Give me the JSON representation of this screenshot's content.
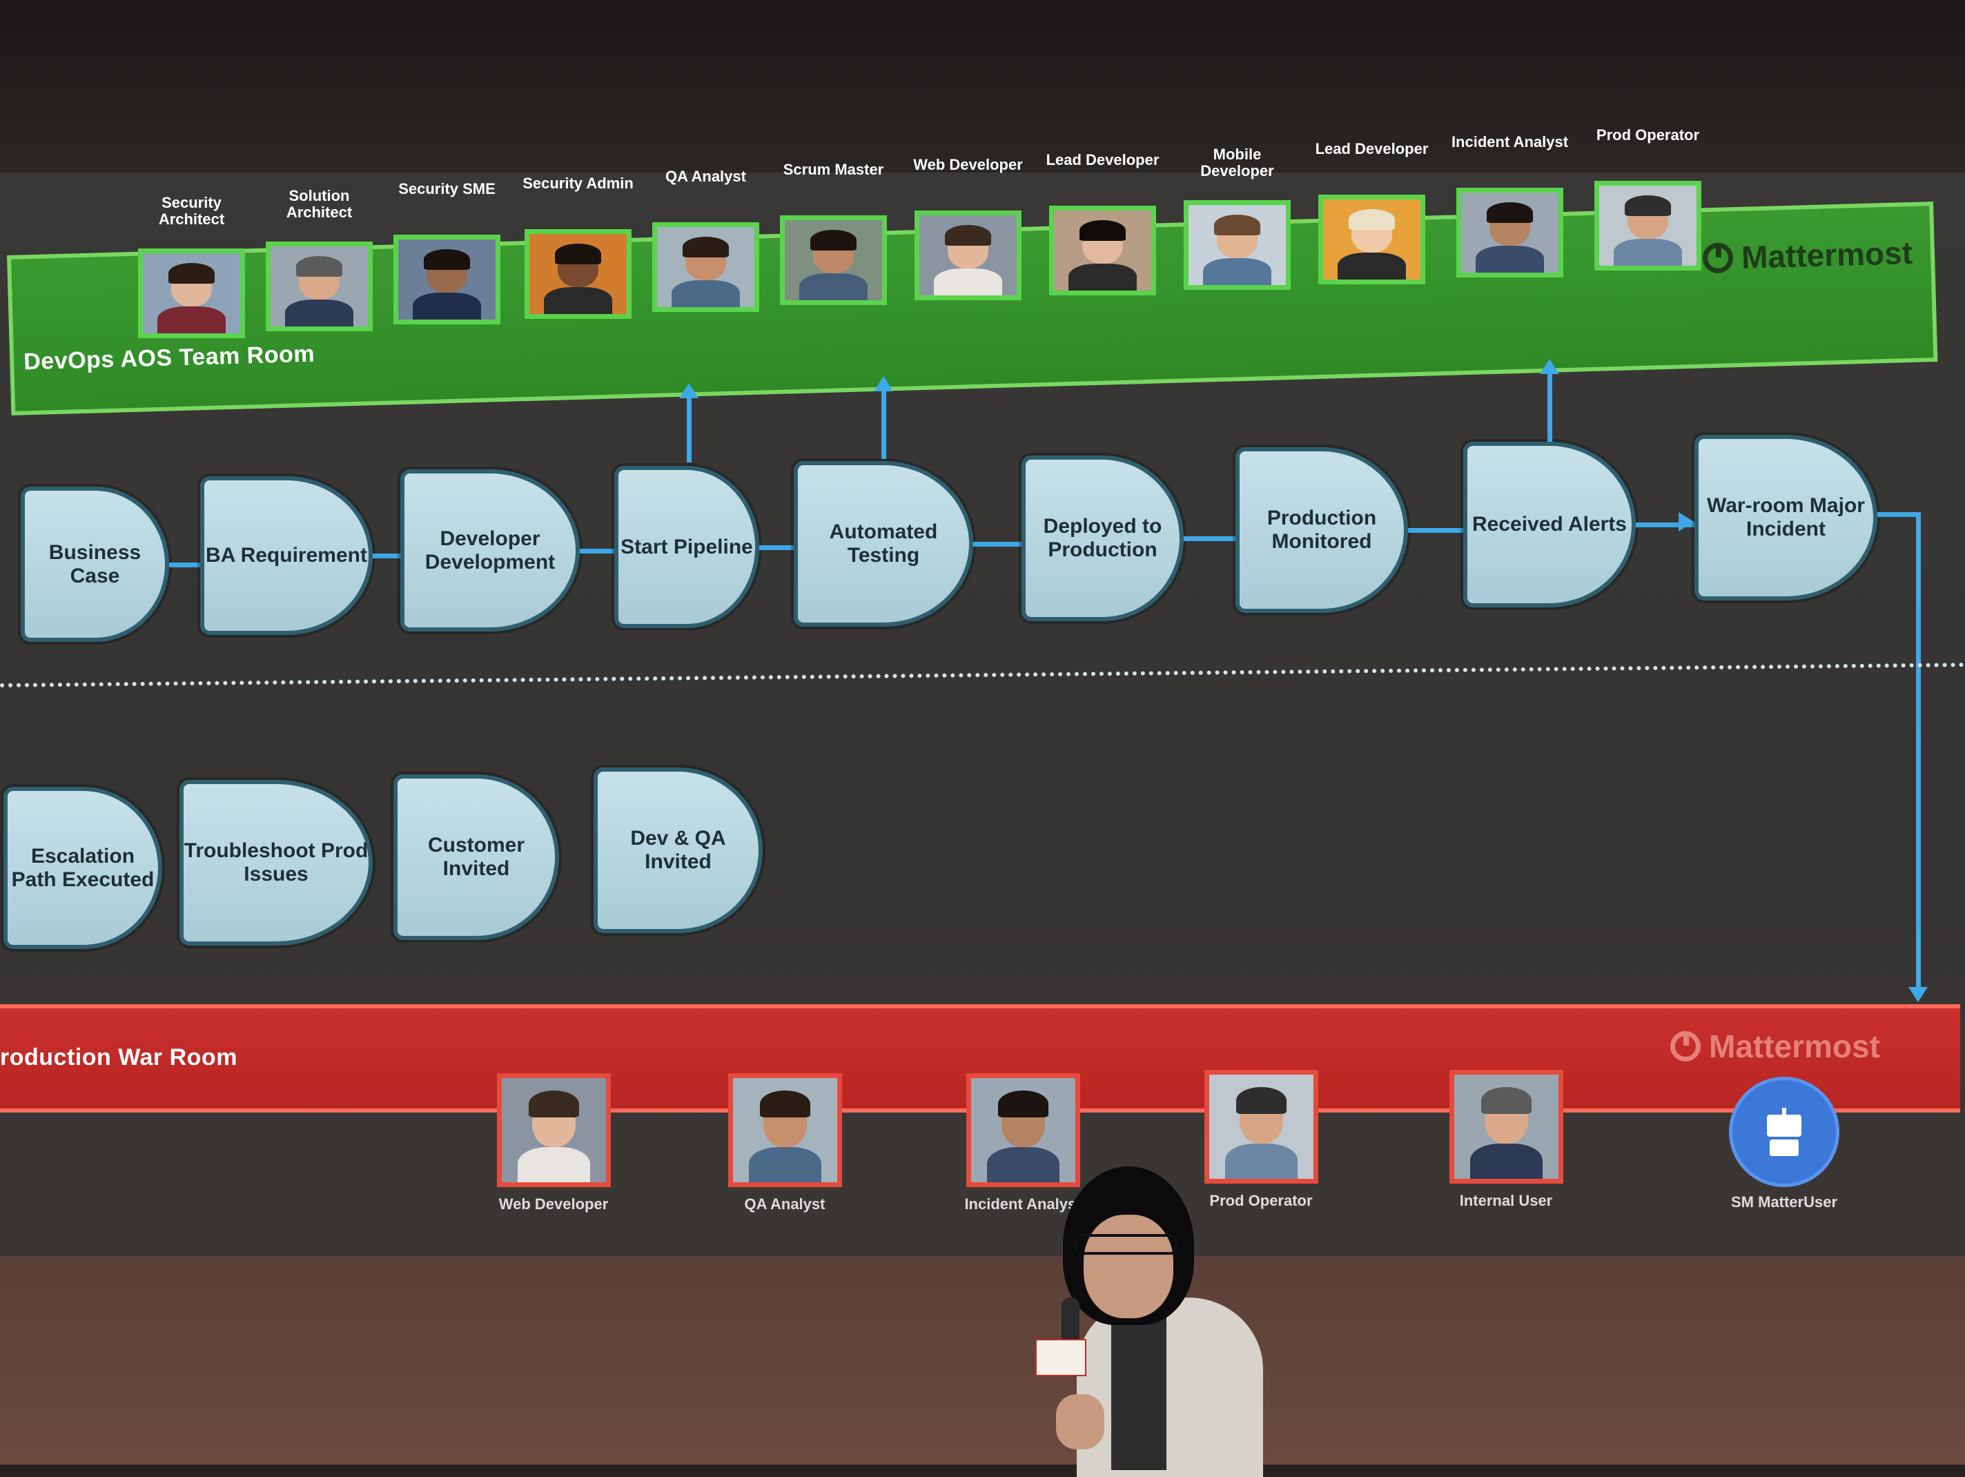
{
  "top_room": {
    "title": "DevOps AOS Team Room",
    "logo": "Mattermost",
    "color": "#2f8a26",
    "members": [
      {
        "role": "Security Architect"
      },
      {
        "role": "Solution Architect"
      },
      {
        "role": "Security SME"
      },
      {
        "role": "Security Admin"
      },
      {
        "role": "QA Analyst"
      },
      {
        "role": "Scrum Master"
      },
      {
        "role": "Web Developer"
      },
      {
        "role": "Lead Developer"
      },
      {
        "role": "Mobile Developer"
      },
      {
        "role": "Lead Developer"
      },
      {
        "role": "Incident Analyst"
      },
      {
        "role": "Prod Operator"
      }
    ]
  },
  "flow_row_1": [
    {
      "label": "Business Case"
    },
    {
      "label": "BA Requirement"
    },
    {
      "label": "Developer Development"
    },
    {
      "label": "Start Pipeline"
    },
    {
      "label": "Automated Testing"
    },
    {
      "label": "Deployed to Production"
    },
    {
      "label": "Production Monitored"
    },
    {
      "label": "Received Alerts"
    },
    {
      "label": "War-room Major Incident"
    }
  ],
  "flow_row_2": [
    {
      "label": "Escalation Path Executed"
    },
    {
      "label": "Troubleshoot Prod Issues"
    },
    {
      "label": "Customer Invited"
    },
    {
      "label": "Dev & QA Invited"
    }
  ],
  "bottom_room": {
    "title": "roduction War Room",
    "logo": "Mattermost",
    "color": "#c9302c",
    "members": [
      {
        "role": "Web Developer"
      },
      {
        "role": "QA Analyst"
      },
      {
        "role": "Incident Analyst"
      },
      {
        "role": "Prod Operator"
      },
      {
        "role": "Internal User"
      },
      {
        "role": "SM MatterUser"
      }
    ]
  },
  "colors": {
    "connector": "#3ea8e8",
    "node_fill": "#b9d7e0",
    "node_border": "#2f5f6e"
  }
}
